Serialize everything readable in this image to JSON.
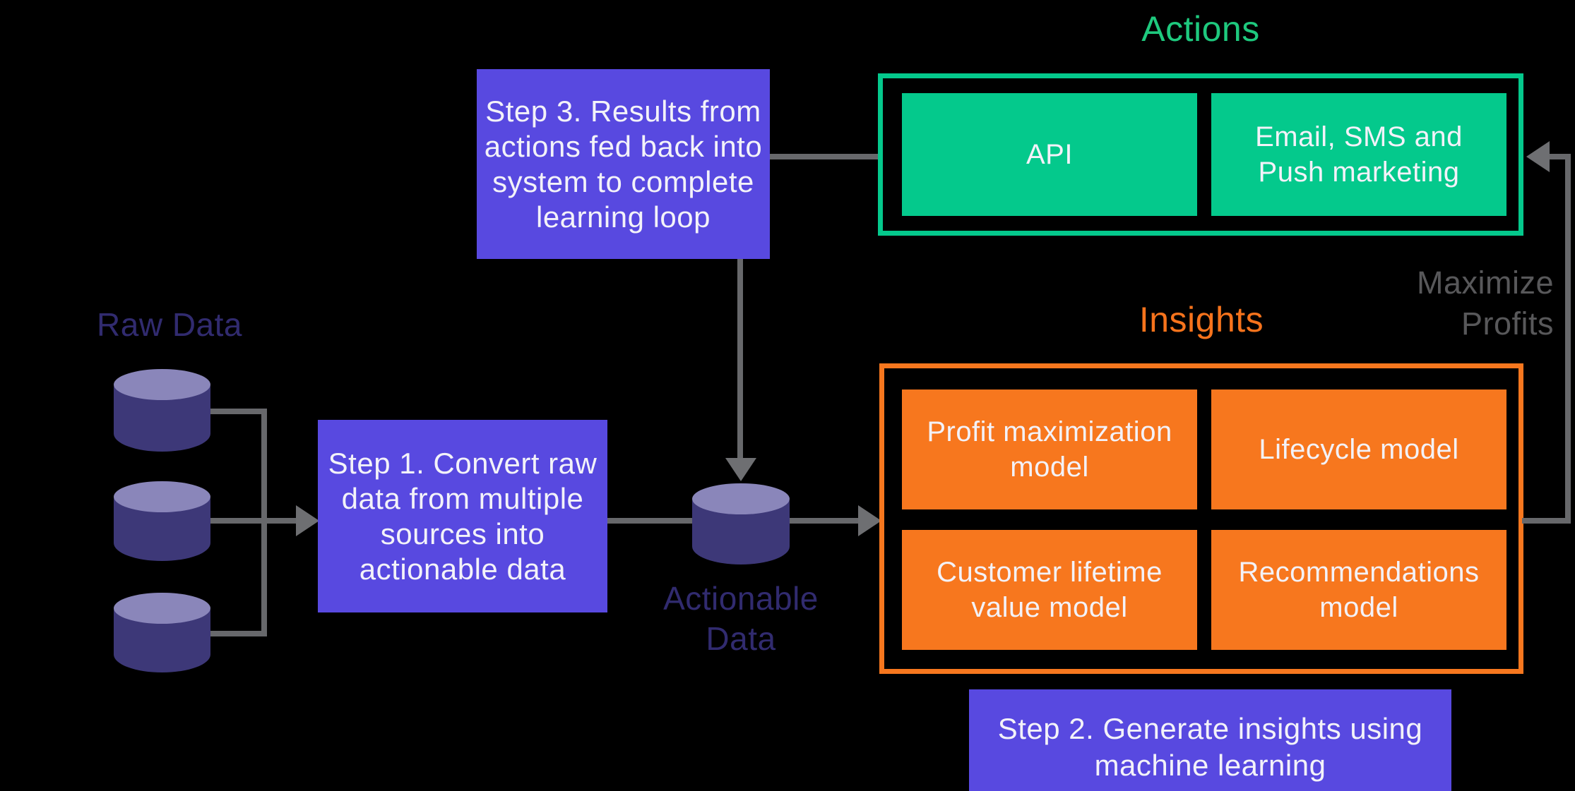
{
  "colors": {
    "background": "#000000",
    "purple": "#5849E0",
    "green": "#04C98C",
    "green_title": "#1EC97E",
    "orange": "#F7771E",
    "orange_title": "#F6731C",
    "white_text": "#F3F2F9",
    "indigo_text": "#312B6F",
    "gray_line": "#67686B",
    "gray_arrow": "#6E6F72",
    "gray_text": "#58585A",
    "cylinder_body": "#3D3878",
    "cylinder_top": "#8A86BA"
  },
  "sections": {
    "actions": {
      "title": "Actions",
      "boxes": [
        {
          "lines": [
            "API"
          ]
        },
        {
          "lines": [
            "Email, SMS and",
            "Push marketing"
          ]
        }
      ]
    },
    "insights": {
      "title": "Insights",
      "boxes": [
        {
          "lines": [
            "Profit maximization",
            "model"
          ]
        },
        {
          "lines": [
            "Lifecycle model"
          ]
        },
        {
          "lines": [
            "Customer lifetime",
            "value model"
          ]
        },
        {
          "lines": [
            "Recommendations",
            "model"
          ]
        }
      ]
    }
  },
  "steps": {
    "step1": {
      "lines": [
        "Step 1. Convert raw",
        "data from multiple",
        "sources into",
        "actionable data"
      ]
    },
    "step2": {
      "lines": [
        "Step 2. Generate insights using",
        "machine learning"
      ]
    },
    "step3": {
      "lines": [
        "Step 3. Results from",
        "actions fed back into",
        "system to complete",
        "learning loop"
      ]
    }
  },
  "labels": {
    "raw_data": "Raw Data",
    "actionable_data": {
      "line1": "Actionable",
      "line2": "Data"
    },
    "maximize_profits": {
      "line1": "Maximize",
      "line2": "Profits"
    }
  }
}
